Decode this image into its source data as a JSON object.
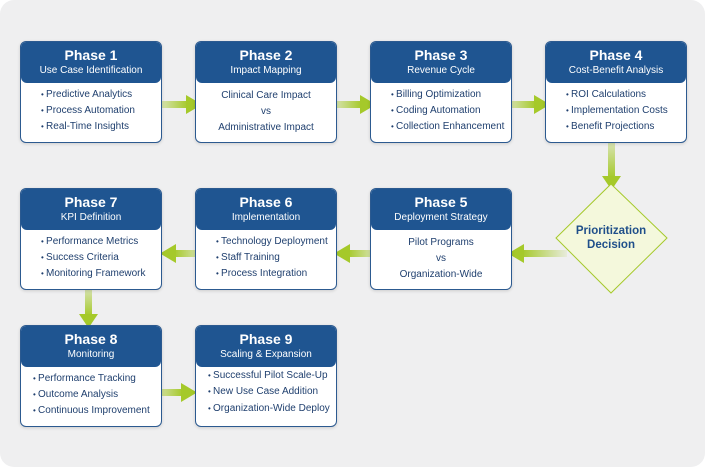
{
  "phases": [
    {
      "title": "Phase 1",
      "subtitle": "Use Case Identification",
      "items": [
        "Predictive Analytics",
        "Process Automation",
        "Real-Time Insights"
      ]
    },
    {
      "title": "Phase 2",
      "subtitle": "Impact Mapping",
      "items": [
        "Clinical Care Impact",
        "vs",
        "Administrative Impact"
      ]
    },
    {
      "title": "Phase 3",
      "subtitle": "Revenue Cycle",
      "items": [
        "Billing Optimization",
        "Coding Automation",
        "Collection Enhancement"
      ]
    },
    {
      "title": "Phase 4",
      "subtitle": "Cost-Benefit Analysis",
      "items": [
        "ROI Calculations",
        "Implementation Costs",
        "Benefit Projections"
      ]
    },
    {
      "title": "Phase 5",
      "subtitle": "Deployment Strategy",
      "items": [
        "Pilot Programs",
        "vs",
        "Organization-Wide"
      ]
    },
    {
      "title": "Phase 6",
      "subtitle": "Implementation",
      "items": [
        "Technology Deployment",
        "Staff Training",
        "Process Integration"
      ]
    },
    {
      "title": "Phase 7",
      "subtitle": "KPI Definition",
      "items": [
        "Performance Metrics",
        "Success Criteria",
        "Monitoring Framework"
      ]
    },
    {
      "title": "Phase 8",
      "subtitle": "Monitoring",
      "items": [
        "Performance Tracking",
        "Outcome Analysis",
        "Continuous Improvement"
      ]
    },
    {
      "title": "Phase 9",
      "subtitle": "Scaling & Expansion",
      "items": [
        "Successful Pilot Scale-Up",
        "New Use Case Addition",
        "Organization-Wide Deploy"
      ]
    }
  ],
  "decision": {
    "line1": "Prioritization",
    "line2": "Decision"
  },
  "colors": {
    "header": "#1f5591",
    "arrow": "#a5c92a",
    "decision_fill": "#f4f8dc"
  }
}
